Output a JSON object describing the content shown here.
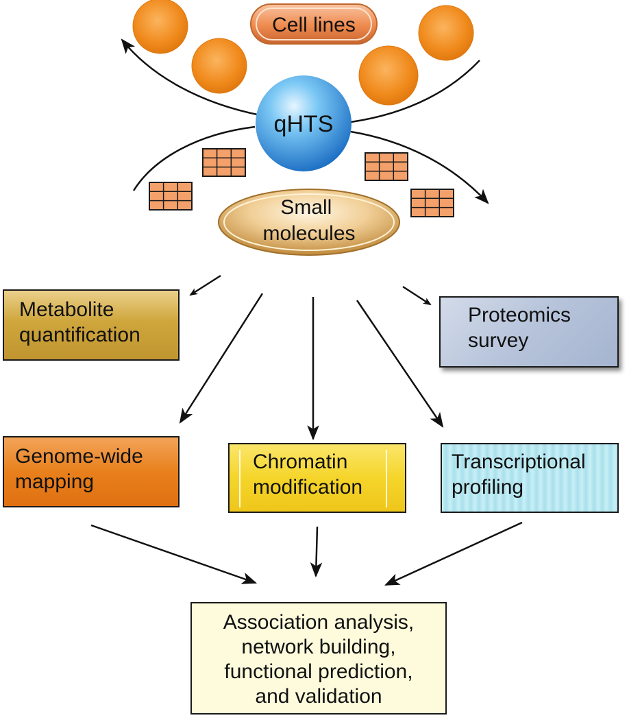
{
  "top": {
    "cell_lines_label": "Cell lines",
    "qhts_label": "qHTS",
    "small_molecules_lines": [
      "Small",
      "molecules"
    ]
  },
  "assays": {
    "metabolite": [
      "Metabolite",
      "quantification"
    ],
    "proteomics": [
      "Proteomics",
      "survey"
    ],
    "genome": [
      "Genome-wide",
      "mapping"
    ],
    "chromatin": [
      "Chromatin",
      "modification"
    ],
    "transcriptional": [
      "Transcriptional",
      "profiling"
    ]
  },
  "output": {
    "lines": [
      "Association analysis,",
      "network building,",
      "functional prediction,",
      "and validation"
    ]
  },
  "colors": {
    "cell": "#f08a1c",
    "qhts": "#2f8fe0",
    "plate": "#f4a06a",
    "metabolite": "#c9a436",
    "proteomics": "#b9c5dc",
    "genome": "#e8801c",
    "chromatin": "#f5d52a",
    "transcriptional": "#bfeaf2",
    "output": "#fdfbdc"
  }
}
